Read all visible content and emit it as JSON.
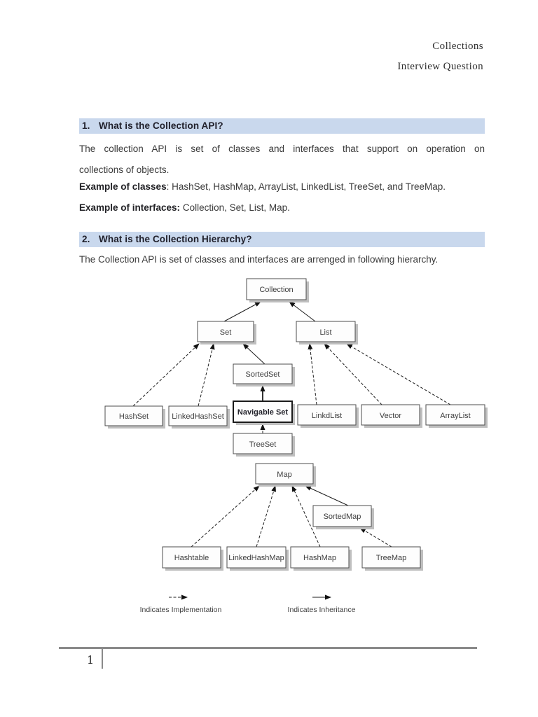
{
  "colors": {
    "heading_bg": "#c9d8ed",
    "heading_text": "#20202b",
    "body_text": "#3a3a3a",
    "footer_line": "#8a8a8a"
  },
  "header": {
    "line1": "Collections",
    "line2": "Interview Question"
  },
  "section1": {
    "number": "1.",
    "title": "What is the Collection API?",
    "para_line1": "The collection API is set of classes and interfaces that support on operation on",
    "para_line2": "collections of objects.",
    "example_classes_label": "Example of classes",
    "example_classes_text": ": HashSet, HashMap, ArrayList, LinkedList, TreeSet, and TreeMap.",
    "example_interfaces_label": "Example of interfaces:",
    "example_interfaces_text": " Collection, Set, List, Map."
  },
  "section2": {
    "number": "2.",
    "title": "What is the Collection Hierarchy?",
    "para": "The Collection API is set of classes and interfaces are arrenged in following hierarchy."
  },
  "diagram": {
    "nodes": {
      "collection": "Collection",
      "set": "Set",
      "list": "List",
      "sortedset": "SortedSet",
      "hashset": "HashSet",
      "linkedhashset": "LinkedHashSet",
      "navigableset": "Navigable Set",
      "linkdlist": "LinkdList",
      "vector": "Vector",
      "arraylist": "ArrayList",
      "treeset": "TreeSet",
      "map": "Map",
      "sortedmap": "SortedMap",
      "hashtable": "Hashtable",
      "linkedhashmap": "LinkedHashMap",
      "hashmap": "HashMap",
      "treemap": "TreeMap"
    },
    "legend": {
      "implementation": "Indicates Implementation",
      "inheritance": "Indicates Inheritance"
    }
  },
  "footer": {
    "page_number": "1"
  }
}
